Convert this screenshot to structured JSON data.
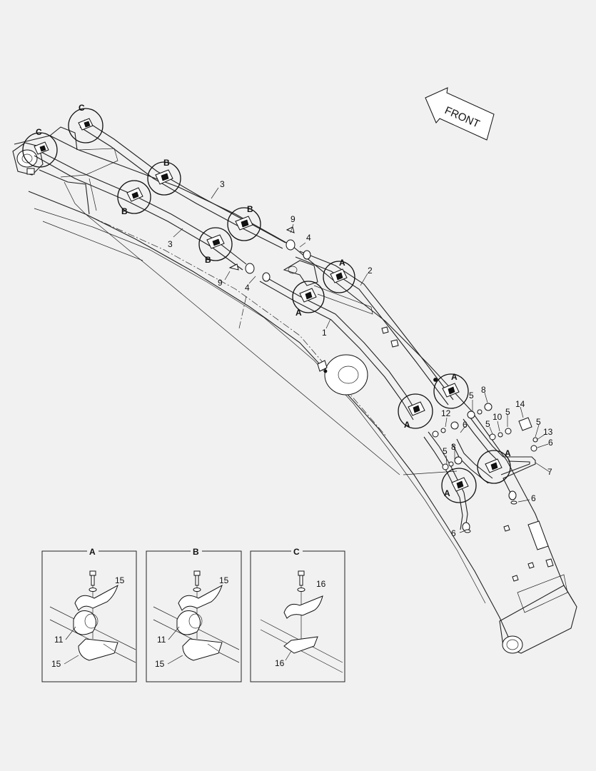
{
  "front_label": "FRONT",
  "clamp_zones": [
    {
      "letter": "A"
    },
    {
      "letter": "A"
    },
    {
      "letter": "A"
    },
    {
      "letter": "A"
    },
    {
      "letter": "A"
    },
    {
      "letter": "A"
    },
    {
      "letter": "B"
    },
    {
      "letter": "B"
    },
    {
      "letter": "B"
    },
    {
      "letter": "B"
    },
    {
      "letter": "C"
    },
    {
      "letter": "C"
    }
  ],
  "callouts": [
    {
      "text": "3"
    },
    {
      "text": "3"
    },
    {
      "text": "9"
    },
    {
      "text": "9"
    },
    {
      "text": "4"
    },
    {
      "text": "4"
    },
    {
      "text": "2"
    },
    {
      "text": "1"
    },
    {
      "text": "5"
    },
    {
      "text": "8"
    },
    {
      "text": "12"
    },
    {
      "text": "6"
    },
    {
      "text": "5"
    },
    {
      "text": "8"
    },
    {
      "text": "10"
    },
    {
      "text": "5"
    },
    {
      "text": "5"
    },
    {
      "text": "14"
    },
    {
      "text": "5"
    },
    {
      "text": "13"
    },
    {
      "text": "6"
    },
    {
      "text": "7"
    },
    {
      "text": "6"
    },
    {
      "text": "6"
    }
  ],
  "detail_boxes": [
    {
      "letter": "A",
      "labels": [
        "15",
        "11",
        "15"
      ]
    },
    {
      "letter": "B",
      "labels": [
        "15",
        "11",
        "15"
      ]
    },
    {
      "letter": "C",
      "labels": [
        "16",
        "16"
      ]
    }
  ]
}
